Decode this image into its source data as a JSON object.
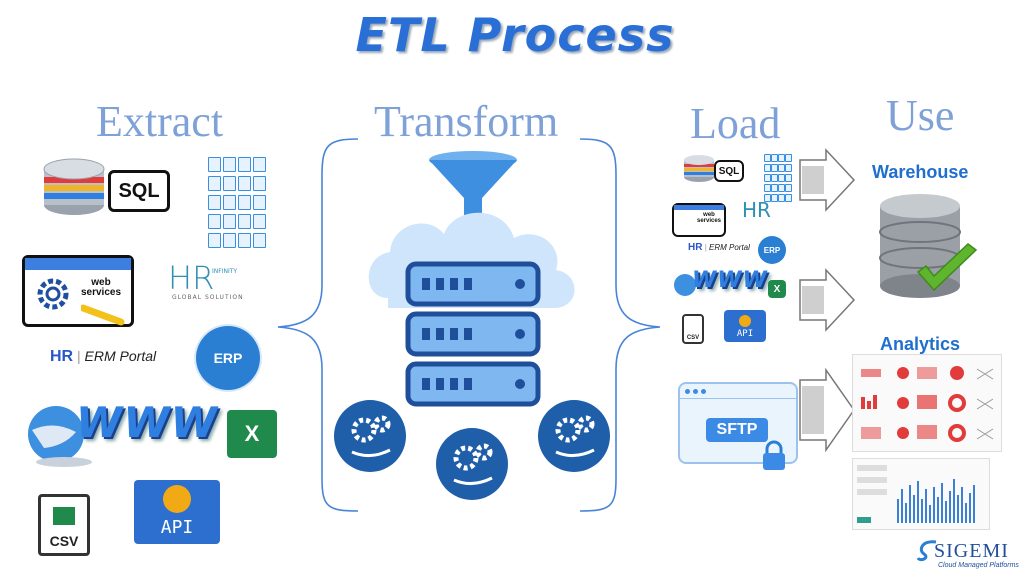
{
  "title": "ETL Process",
  "stages": {
    "extract": "Extract",
    "transform": "Transform",
    "load": "Load",
    "use": "Use"
  },
  "sources": {
    "sql": "SQL",
    "web_services": "web services",
    "hr_infinity_top": "INFINITY",
    "hr_infinity_sub": "GLOBAL SOLUTION",
    "hr_brand": "HR",
    "erm_portal": "ERM Portal",
    "erp": "ERP",
    "www": "WWW",
    "excel": "X",
    "csv": "CSV",
    "api": "API"
  },
  "load": {
    "sql": "SQL",
    "web_services": "web services",
    "hr_brand": "HR",
    "erm_portal": "ERM Portal",
    "erp": "ERP",
    "www": "WWW",
    "excel": "X",
    "csv": "CSV",
    "api": "API",
    "sftp": "SFTP"
  },
  "use": {
    "warehouse": "Warehouse",
    "analytics": "Analytics"
  },
  "brand": {
    "name": "SIGEMI",
    "tagline": "Cloud Managed Platforms"
  },
  "colors": {
    "title": "#2a6fd6",
    "stage": "#7ea1d8",
    "accent": "#2a7fd3",
    "excel": "#1f8a4c",
    "check": "#5fb52e"
  }
}
